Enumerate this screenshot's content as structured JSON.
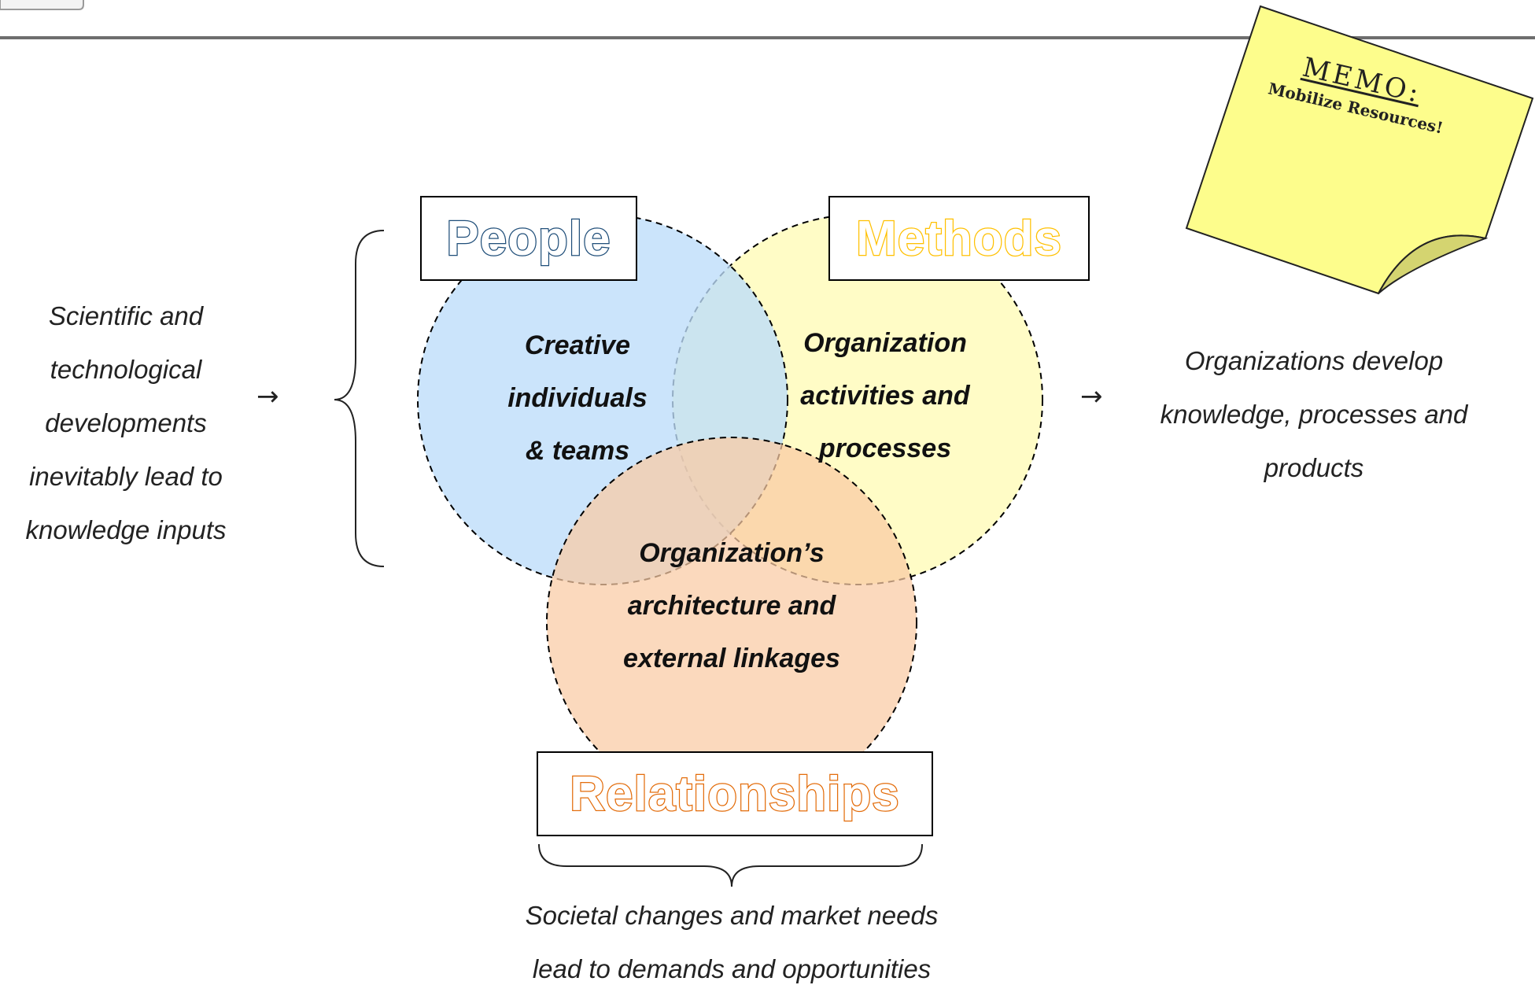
{
  "memo": {
    "title": "MEMO:",
    "subtitle": "Mobilize Resources!"
  },
  "left_text": [
    "Scientific and",
    "technological",
    "developments",
    "inevitably lead to",
    "knowledge inputs"
  ],
  "right_text": [
    "Organizations develop",
    "knowledge, processes and",
    "products"
  ],
  "bottom_text": [
    "Societal changes and market needs",
    "lead to demands and opportunities"
  ],
  "arrow_glyph": "→",
  "circles": {
    "people": {
      "label": "People",
      "label_color": "#1f4e79",
      "fill_color": "#bcdcfa",
      "lines": [
        "Creative",
        "individuals",
        "& teams"
      ]
    },
    "methods": {
      "label": "Methods",
      "label_color": "#ffc000",
      "fill_color": "#fffbb8",
      "lines": [
        "Organization",
        "activities and",
        "processes"
      ]
    },
    "relationships": {
      "label": "Relationships",
      "label_color": "#e36c0a",
      "fill_color": "#f9cba4",
      "lines": [
        "Organization’s",
        "architecture and",
        "external linkages"
      ]
    }
  },
  "colors": {
    "top_rule": "#6e6e6e",
    "memo_paper": "#fdfd8c",
    "memo_fold": "#d4d470"
  }
}
